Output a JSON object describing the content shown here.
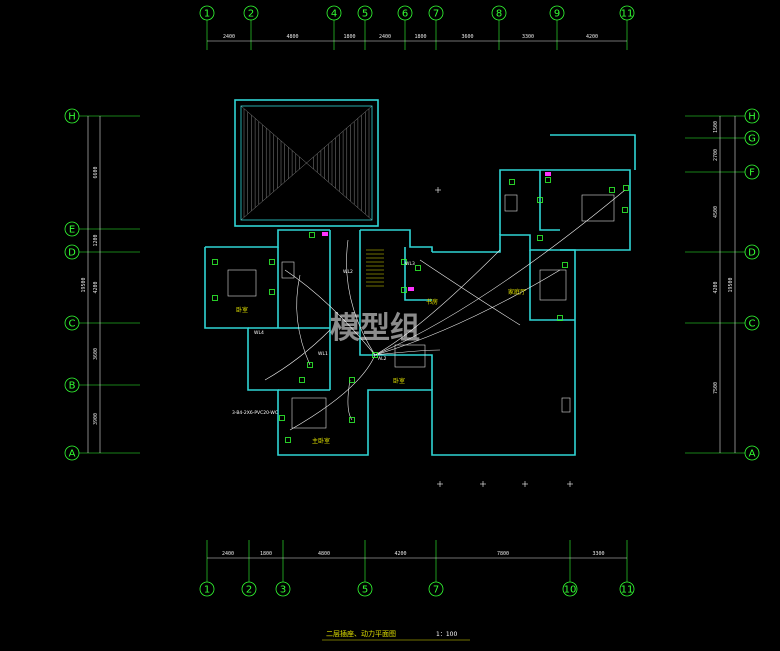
{
  "watermark": "模型组",
  "title": "二层插座、动力平面图",
  "scale": "1：100",
  "colors": {
    "axis": "#33ff33",
    "wall": "#2fd4d4",
    "wire": "#f0f0f0",
    "outlet": "#33ff33",
    "panel": "#ff33ff",
    "text": "#e0e000"
  },
  "top_axes": [
    "1",
    "2",
    "4",
    "5",
    "6",
    "7",
    "8",
    "9",
    "11"
  ],
  "top_dims": [
    "2400",
    "4800",
    "1800",
    "2400",
    "1800",
    "3600",
    "3300",
    "4200"
  ],
  "bottom_axes": [
    "1",
    "2",
    "3",
    "5",
    "7",
    "10",
    "11"
  ],
  "bottom_dims": [
    "2400",
    "1800",
    "4800",
    "4200",
    "7800",
    "3300"
  ],
  "left_axes": [
    "H",
    "E",
    "D",
    "C",
    "B",
    "A"
  ],
  "left_dims": [
    "6600",
    "1200",
    "4200",
    "3600",
    "3900"
  ],
  "left_total": "19500",
  "right_axes": [
    "H",
    "G",
    "F",
    "D",
    "C",
    "A"
  ],
  "right_dims": [
    "1500",
    "2700",
    "4500",
    "4200",
    "7500"
  ],
  "right_total": "19500",
  "rooms": [
    "卧室",
    "卧室",
    "主卧室",
    "书房",
    "家庭厅"
  ],
  "notes": [
    "WL2",
    "WL3",
    "WL4",
    "WL1",
    "AL2",
    "3-B4-2X6-PVC20-WC"
  ]
}
